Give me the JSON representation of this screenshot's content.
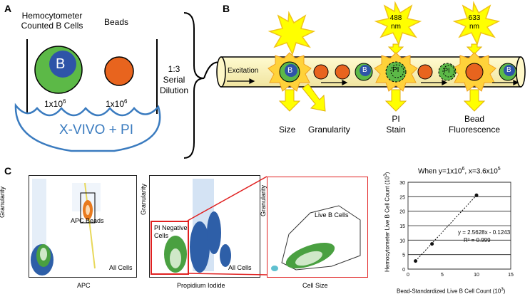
{
  "panel_a": {
    "letter": "A",
    "cells_label": "Hemocytometer\nCounted B Cells",
    "beads_label": "Beads",
    "cell_glyph": "B",
    "cells_count": "1x10",
    "cells_exp": "6",
    "beads_count": "1x10",
    "beads_exp": "6",
    "medium_label": "X-VIVO + PI",
    "dilution_label": "1:3\nSerial\nDilution"
  },
  "panel_b": {
    "letter": "B",
    "excitation_label": "Excitation",
    "laser_488": "488\nnm",
    "laser_633": "633\nnm",
    "cell_glyph": "B",
    "pi_glyph": "PI",
    "outputs": {
      "size": "Size",
      "granularity": "Granularity",
      "pi_stain": "PI\nStain",
      "bead_fluorescence": "Bead\nFluorescence"
    }
  },
  "panel_c": {
    "letter": "C",
    "plot1": {
      "ylabel": "Granularity",
      "xlabel": "APC",
      "gate": "APC Beads",
      "corner": "All Cells"
    },
    "plot2": {
      "ylabel": "Granularity",
      "xlabel": "Propidium Iodide",
      "gate": "PI Negative\nCells",
      "corner": "All Cells"
    },
    "plot3": {
      "ylabel": "Granularity",
      "xlabel": "Cell Size",
      "gate": "Live B Cells"
    },
    "regression": {
      "title": "When y=1x10",
      "title_exp1": "6",
      "title_mid": ", x=3.6x10",
      "title_exp2": "5",
      "ylabel": "Hemocytometer Live B Cell Count (10",
      "ylabel_exp": "3",
      "ylabel_end": ")",
      "xlabel": "Bead-Standardized Live B Cell Count (10",
      "xlabel_exp": "3",
      "xlabel_end": ")",
      "equation": "y = 2.5628x - 0.1243",
      "r2": "R² = 0.999",
      "yticks": [
        "0",
        "5",
        "10",
        "15",
        "20",
        "25",
        "30"
      ],
      "xticks": [
        "0",
        "5",
        "10",
        "15"
      ],
      "points": [
        [
          1.1,
          2.8
        ],
        [
          3.5,
          8.7
        ],
        [
          10.0,
          25.5
        ]
      ]
    }
  }
}
